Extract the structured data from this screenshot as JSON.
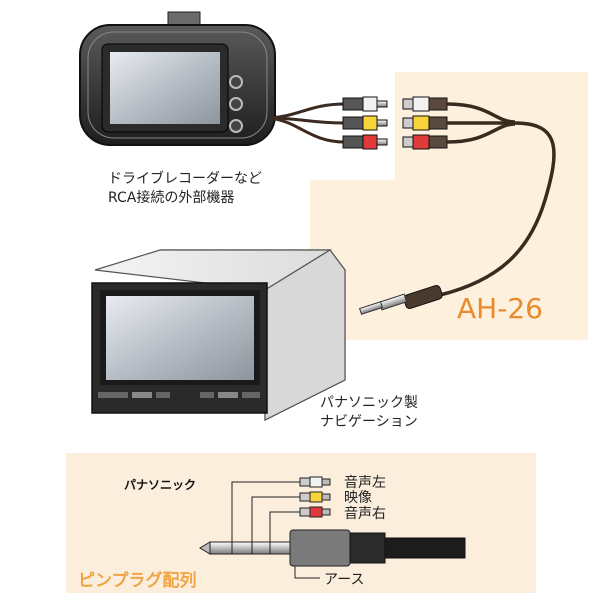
{
  "labels": {
    "source_device": [
      "ドライブレコーダーなど",
      "RCA接続の外部機器"
    ],
    "navigation": [
      "パナソニック製",
      "ナビゲーション"
    ],
    "product_code": "AH-26",
    "brand": "パナソニック",
    "pin_layout_title": "ピンプラグ配列",
    "pins": {
      "audio_left": "音声左",
      "video": "映像",
      "audio_right": "音声右",
      "ground": "アース"
    }
  },
  "colors": {
    "highlight_bg": "#fdf0dc",
    "accent_orange": "#e98a2c",
    "pin_title": "#f0a444",
    "rca_white": "#f2f2f2",
    "rca_yellow": "#f7d43a",
    "rca_red": "#e03a3a",
    "cable_dark": "#3a2a1f"
  }
}
